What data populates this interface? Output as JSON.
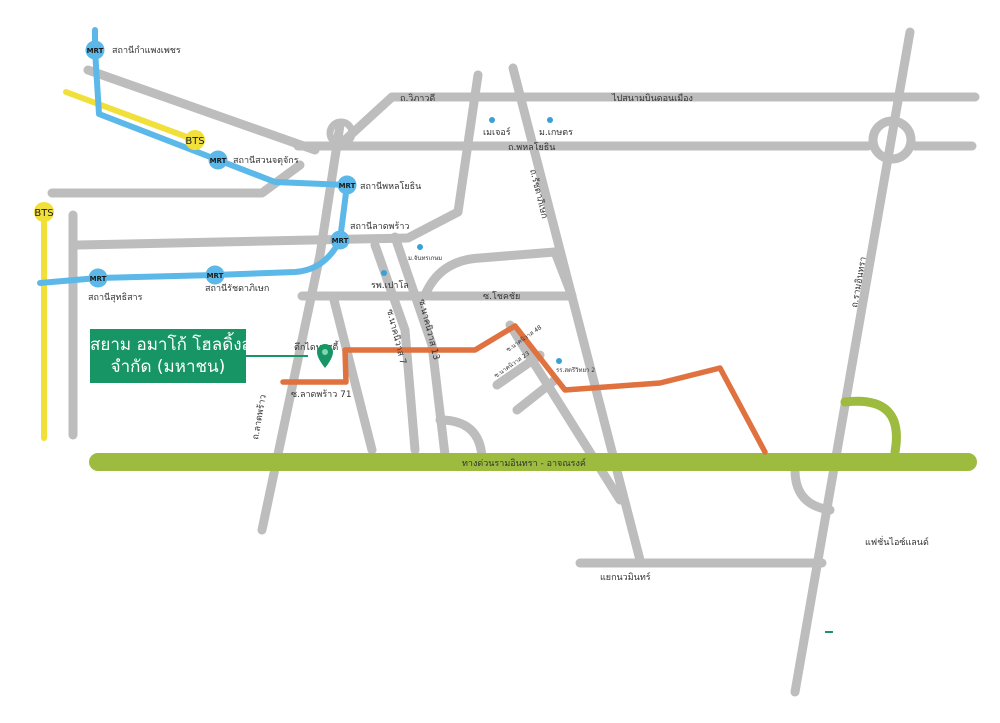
{
  "colors": {
    "road": "#bdbdbd",
    "mrt_line": "#5bb8e8",
    "bts_line": "#f2e03a",
    "expressway": "#9dbb3e",
    "route": "#e0723f",
    "company": "#179565",
    "poi": "#3aa0d8"
  },
  "company": {
    "line1": "สยาม อมาโก้ โฮลดิ้งส์",
    "line2": "จำกัด (มหาชน)",
    "building": "ตึกไดนาสตี้",
    "marker_icon": "map-pin-icon"
  },
  "stations": {
    "mrt_badge": "MRT",
    "bts_badge": "BTS",
    "kamphaeng_phet": "สถานีกำแพงเพชร",
    "suan_chatuchak": "สถานีสวนจตุจักร",
    "phahon_yothin": "สถานีพหลโยธิน",
    "lat_phrao": "สถานีลาดพร้าว",
    "ratchadaphisek": "สถานีรัชดาภิเษก",
    "sutthisan": "สถานีสุทธิสาร"
  },
  "roads": {
    "vibhavadi": "ถ.วิภาวดี",
    "to_don_mueang": "ไปสนามบินดอนเมือง",
    "phahon_yothin": "ถ.พหลโยธิน",
    "ratchada": "ถ.รัชดาภิเษก",
    "chok_chai": "ซ.โชคชัย",
    "lat_phrao": "ถ.ลาดพร้าว",
    "soi_lat_phrao_71": "ซ.ลาดพร้าว 71",
    "soi_7": "ซ.นาคนิวาส 7",
    "soi_13": "ซ.นาคนิวาส 13",
    "soi_48": "ซ.นาคนิวาส 48",
    "soi_23": "ซ.นาคนิวาส 23",
    "ramintra_exp": "ทางด่วนรามอินทรา - อาจณรงค์",
    "ramintra": "ถ.รามอินทรา",
    "fashion_island": "แฟชั่นไอซ์แลนด์",
    "yaek_nawamin": "แยกนวมินทร์"
  },
  "places": {
    "major": "เมเจอร์",
    "kasetsart": "ม.เกษตร",
    "chandrakasem": "ม.จันทรเกษม",
    "hosp_paolo": "รพ.เปาโล",
    "school_satri_witthaya_2": "รร.สตรีวิทยา 2"
  }
}
